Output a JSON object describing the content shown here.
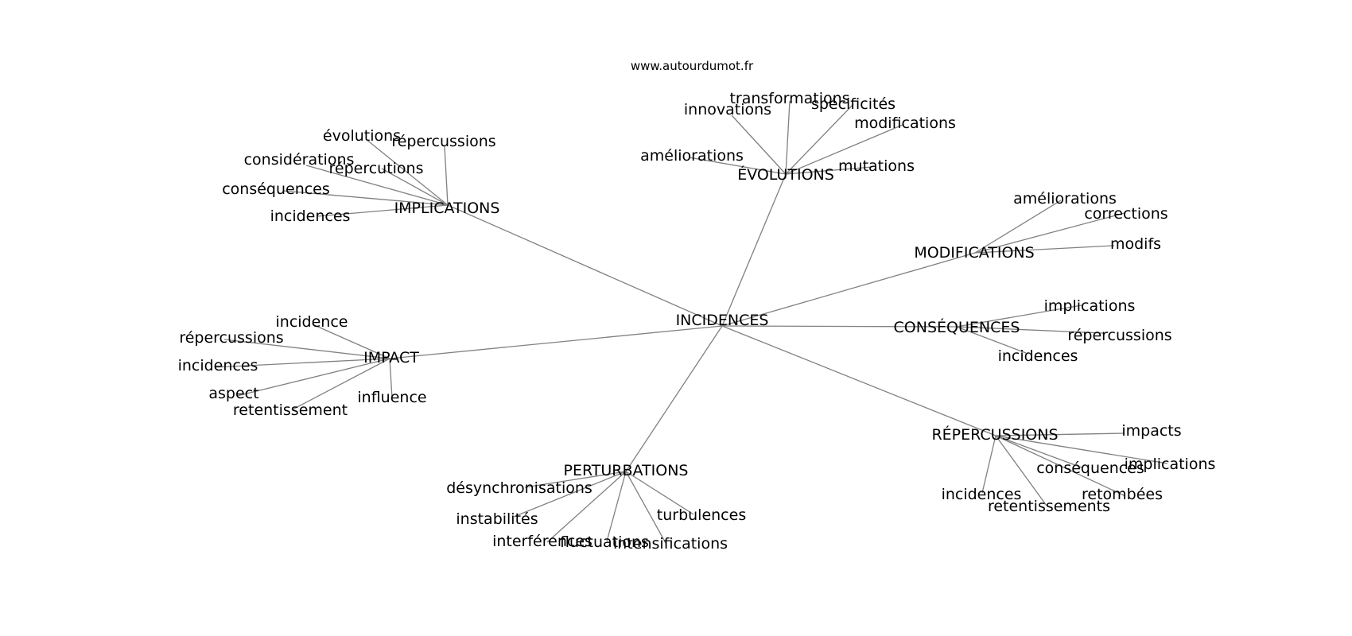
{
  "site": "www.autourdumot.fr",
  "center": "INCIDENCES",
  "groups": [
    {
      "id": "implications",
      "label": "IMPLICATIONS",
      "children": [
        "évolutions",
        "répercussions",
        "considérations",
        "répercutions",
        "conséquences",
        "incidences"
      ]
    },
    {
      "id": "evolutions",
      "label": "ÉVOLUTIONS",
      "children": [
        "transformations",
        "spécificités",
        "innovations",
        "modifications",
        "améliorations",
        "mutations"
      ]
    },
    {
      "id": "modifications",
      "label": "MODIFICATIONS",
      "children": [
        "améliorations",
        "corrections",
        "modifs"
      ]
    },
    {
      "id": "consequences",
      "label": "CONSÉQUENCES",
      "children": [
        "implications",
        "répercussions",
        "incidences"
      ]
    },
    {
      "id": "repercussions",
      "label": "RÉPERCUSSIONS",
      "children": [
        "impacts",
        "implications",
        "conséquences",
        "retombées",
        "incidences",
        "retentissements"
      ]
    },
    {
      "id": "perturbations",
      "label": "PERTURBATIONS",
      "children": [
        "désynchronisations",
        "instabilités",
        "interférences",
        "fluctuations",
        "intensifications",
        "turbulences"
      ]
    },
    {
      "id": "impact",
      "label": "IMPACT",
      "children": [
        "incidence",
        "répercussions",
        "incidences",
        "aspect",
        "retentissement",
        "influence"
      ]
    }
  ]
}
